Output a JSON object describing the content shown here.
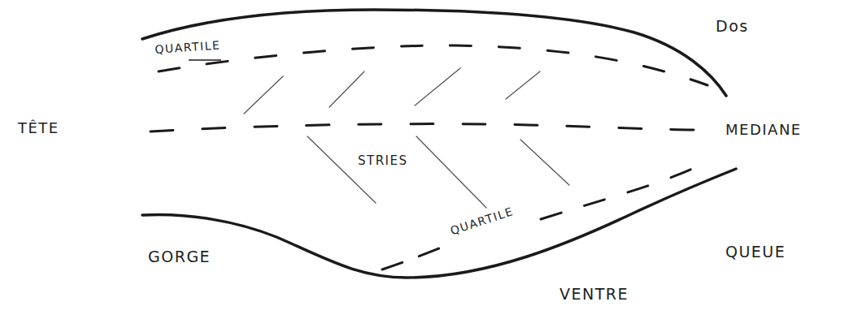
{
  "diagram": {
    "labels": [
      "QUARTILE",
      "Dos",
      "TÊTE",
      "MEDIANE",
      "STRIES",
      "QUARTILE",
      "GORGE",
      "QUEUE",
      "VENTRE"
    ]
  }
}
